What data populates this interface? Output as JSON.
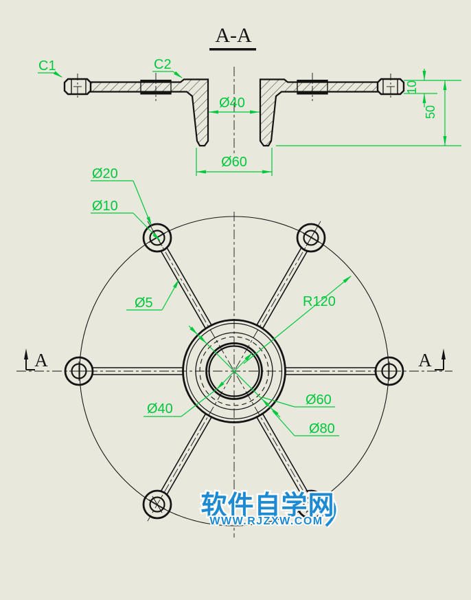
{
  "drawing": {
    "section_view": {
      "title": "A-A",
      "chamfer_left": "C1",
      "chamfer_hub": "C2",
      "dim_bore": "Ø40",
      "dim_hub_bottom": "Ø60",
      "dim_rim_thickness": "10",
      "dim_hub_height": "50"
    },
    "plan_view": {
      "section_letter_left": "A",
      "section_letter_right": "A",
      "dim_knob_outer": "Ø20",
      "dim_knob_inner": "Ø10",
      "dim_spoke": "Ø5",
      "dim_pitch_radius": "R120",
      "dim_bore": "Ø40",
      "dim_hub_hidden": "Ø60",
      "dim_hub_outer": "Ø80"
    },
    "watermark": {
      "name": "软件自学网",
      "url": "WWW.RJZXW.COM"
    },
    "colors": {
      "background": "#e9e8dd",
      "line": "#141414",
      "dimension": "#00c83c",
      "watermark": "#1d8ad2"
    }
  }
}
